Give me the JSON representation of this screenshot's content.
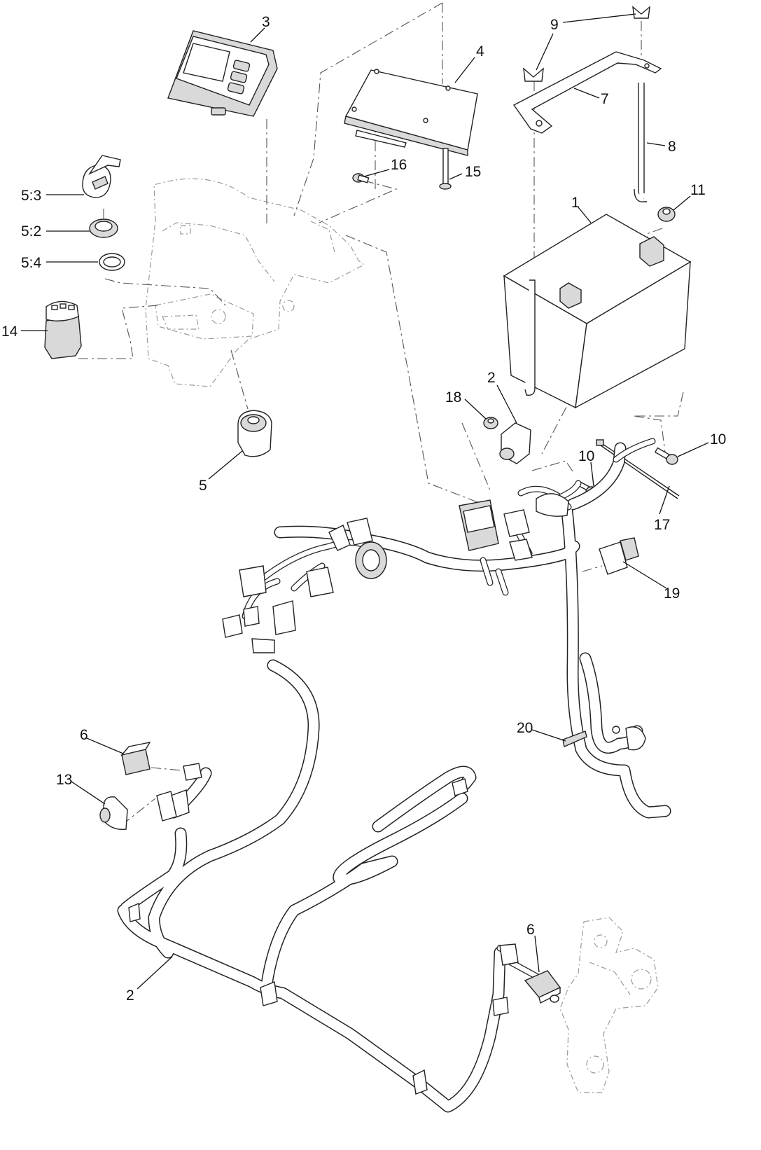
{
  "diagram": {
    "callouts": {
      "display": "3",
      "controller": "4",
      "battery_bracket": "7",
      "j_bolt": "8",
      "wing_nut_upper": "9",
      "wing_nut_left": "9",
      "battery": "1",
      "flange_nut_top": "11",
      "key": "5:3",
      "key_bezel": "5:2",
      "key_washer": "5:4",
      "switch_14": "14",
      "bolt_16": "16",
      "bolt_15": "15",
      "key_switch": "5",
      "fuse_holder": "2",
      "nut_18": "18",
      "bolt_10_right": "10",
      "bolt_10_mid": "10",
      "cable_17": "17",
      "connector_19": "19",
      "tie_20": "20",
      "relay_upper": "6",
      "switch_13": "13",
      "harness": "2",
      "relay_lower": "6"
    }
  }
}
